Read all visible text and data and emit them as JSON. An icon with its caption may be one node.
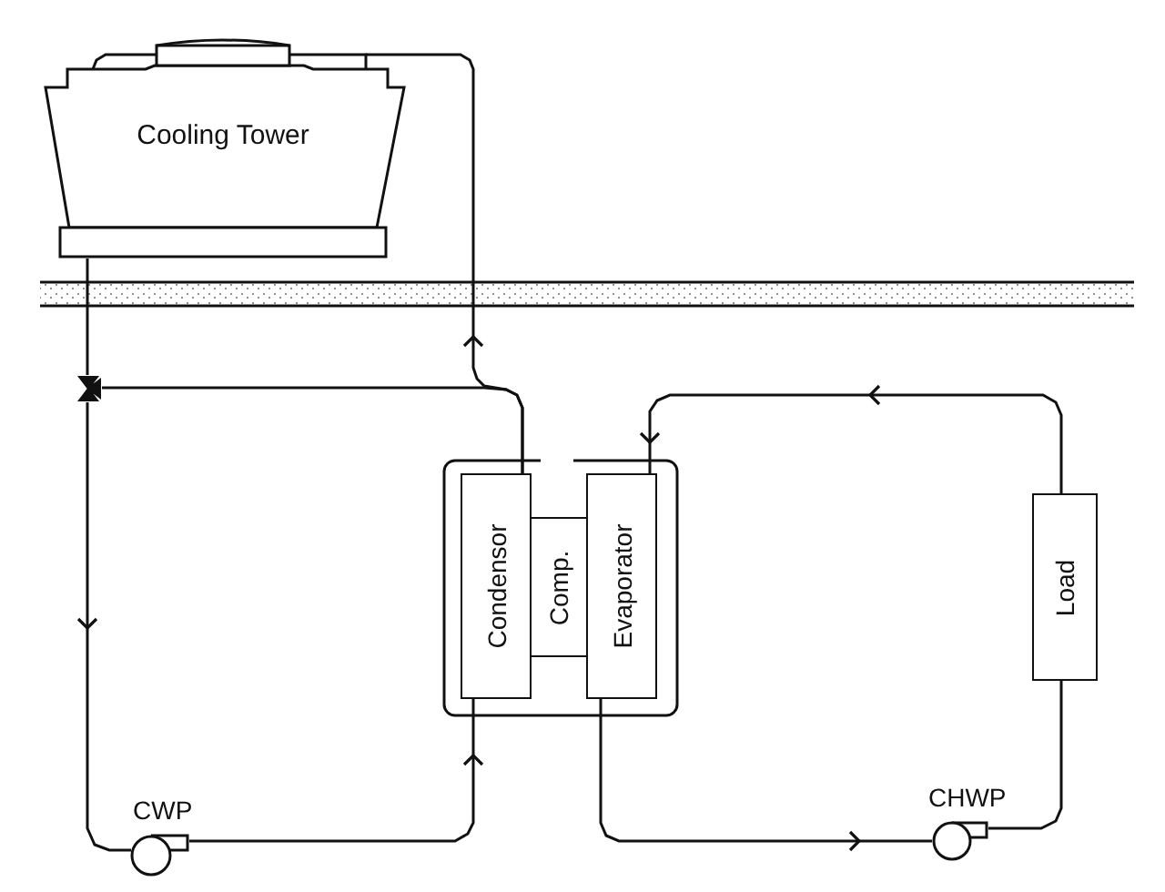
{
  "diagram": {
    "nodes": [
      {
        "text": [
          "Cooling Tower"
        ]
      },
      {
        "text": [],
        "shape": "box"
      },
      {
        "text": [
          "Condensor"
        ],
        "in": 1
      },
      {
        "text": [
          "Comp."
        ],
        "in": 1
      },
      {
        "text": [
          "Evaporator"
        ],
        "in": 1
      },
      {
        "text": [
          "Load"
        ]
      },
      {
        "text": [],
        "shape": "pump",
        "beside": [
          "CWP"
        ]
      },
      {
        "text": [],
        "shape": "pump",
        "beside": [
          "CHWP"
        ]
      },
      {
        "text": [],
        "shape": "valve"
      }
    ],
    "edges": [
      {
        "from": 2,
        "to": 0,
        "arrow": "to"
      },
      {
        "from": 2,
        "to": 8,
        "arrow": "none"
      },
      {
        "from": 0,
        "to": 8,
        "arrow": "none"
      },
      {
        "from": 8,
        "to": 6,
        "arrow": "to"
      },
      {
        "from": 6,
        "to": 2,
        "arrow": "to"
      },
      {
        "from": 4,
        "to": 7,
        "arrow": "to"
      },
      {
        "from": 7,
        "to": 5,
        "arrow": "none"
      },
      {
        "from": 5,
        "to": 4,
        "arrow": "to"
      }
    ]
  }
}
